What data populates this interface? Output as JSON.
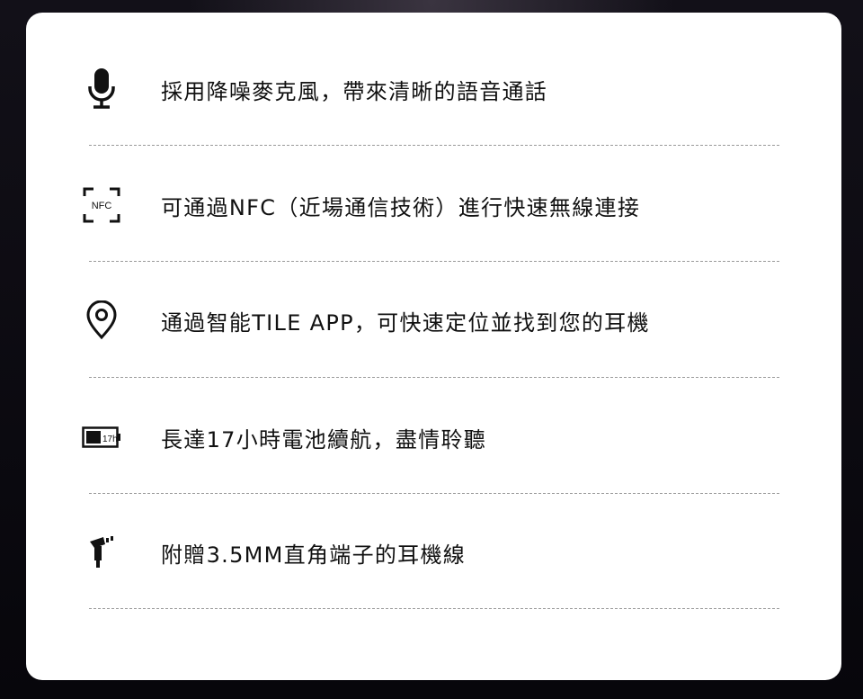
{
  "features": [
    {
      "icon": "microphone-icon",
      "text": "採用降噪麥克風，帶來清晰的語音通話"
    },
    {
      "icon": "nfc-icon",
      "icon_label": "NFC",
      "text": "可通過NFC（近場通信技術）進行快速無線連接"
    },
    {
      "icon": "location-pin-icon",
      "text": "通過智能TILE APP，可快速定位並找到您的耳機"
    },
    {
      "icon": "battery-icon",
      "icon_label": "17h",
      "text": "長達17小時電池續航，盡情聆聽"
    },
    {
      "icon": "audio-jack-icon",
      "text": "附贈3.5MM直角端子的耳機線"
    }
  ]
}
